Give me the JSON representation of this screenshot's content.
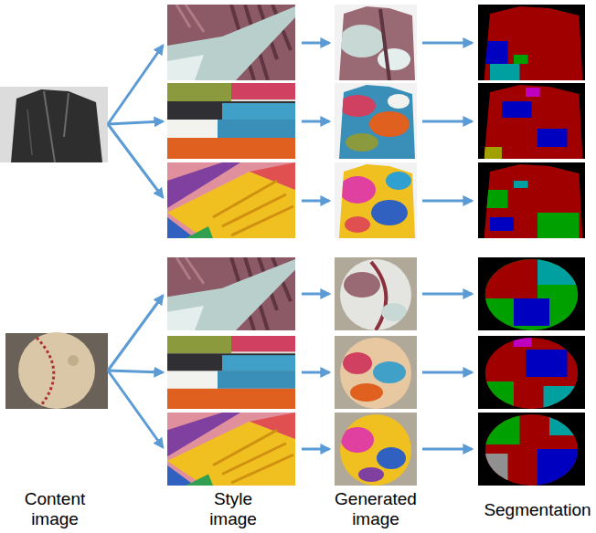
{
  "diagram": {
    "labels": [
      "Content image",
      "Style image",
      "Generated image",
      "Segmentation"
    ]
  }
}
